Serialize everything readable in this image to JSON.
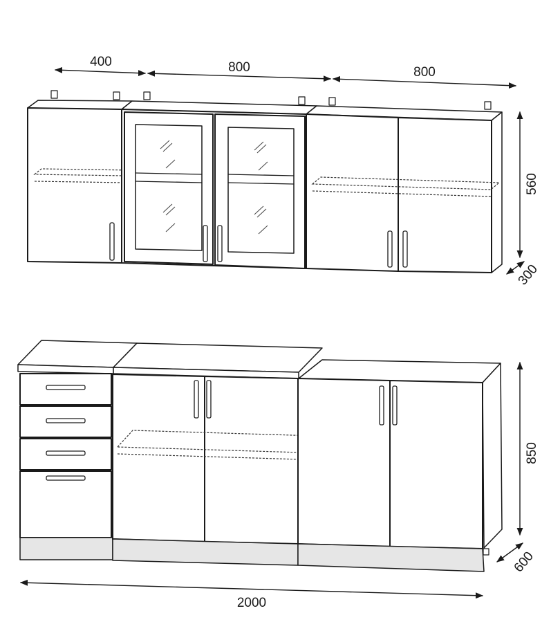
{
  "dimensions": {
    "wall_cabinet_1_width": "400",
    "wall_cabinet_2_width": "800",
    "wall_cabinet_3_width": "800",
    "wall_height": "560",
    "wall_depth": "300",
    "base_height": "850",
    "base_depth": "600",
    "total_width": "2000"
  },
  "colors": {
    "line": "#1a1a1a",
    "panel": "#ffffff",
    "plinth": "#e6e6e6"
  }
}
